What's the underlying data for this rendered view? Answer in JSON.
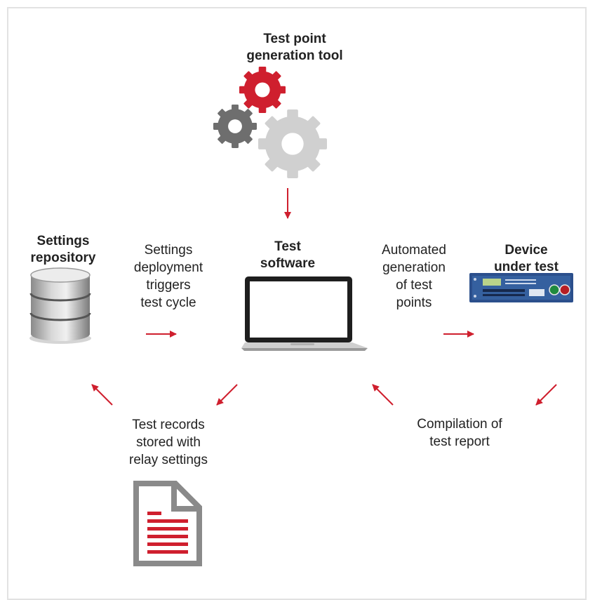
{
  "tool": {
    "title": "Test point\ngeneration tool"
  },
  "repository": {
    "title": "Settings\nrepository"
  },
  "software": {
    "title": "Test\nsoftware"
  },
  "device": {
    "title": "Device\nunder test"
  },
  "steps": {
    "deployment": "Settings\ndeployment\ntriggers\ntest cycle",
    "generation": "Automated\ngeneration\nof test\npoints",
    "records": "Test records\nstored with\nrelay settings",
    "report": "Compilation of\ntest report"
  },
  "colors": {
    "accent_red": "#cf1f2e",
    "gear_dark": "#6e6e6e",
    "gear_light": "#d0d0d0",
    "doc_gray": "#8a8a8a",
    "frame": "#e2e2e2"
  },
  "icons": [
    "gears-icon",
    "database-icon",
    "laptop-icon",
    "relay-device-icon",
    "document-icon",
    "arrow-icon"
  ]
}
